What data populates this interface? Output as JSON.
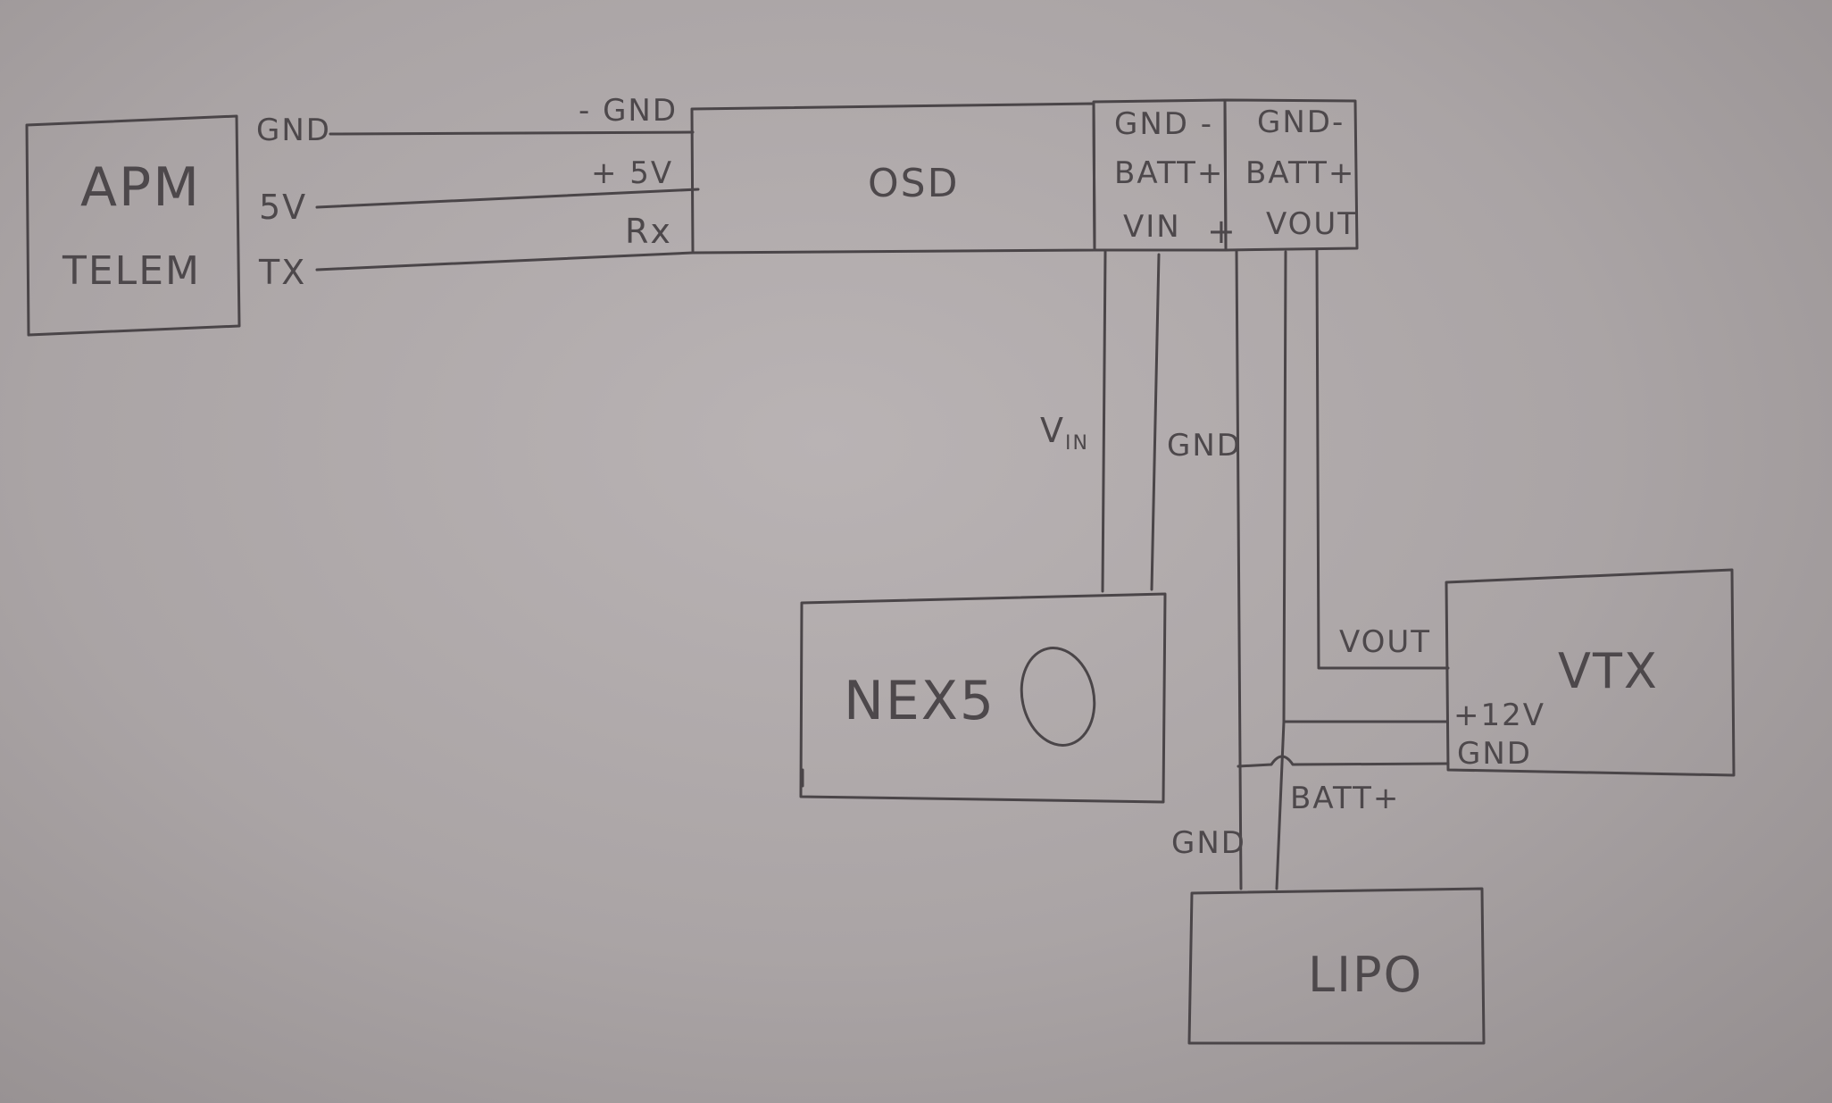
{
  "components": {
    "apm_telem": {
      "line1": "APM",
      "line2": "TELEM"
    },
    "osd": {
      "label": "OSD"
    },
    "nex5": {
      "label": "NEX5"
    },
    "vtx": {
      "label": "VTX"
    },
    "lipo": {
      "label": "LIPO"
    }
  },
  "pins": {
    "apm_gnd": "GND",
    "apm_5v": "5V",
    "apm_tx": "TX",
    "osd_gnd": "- GND",
    "osd_5v": "+ 5V",
    "osd_rx": "Rx",
    "osd_in_gnd": "GND -",
    "osd_in_batt": "BATT+",
    "osd_in_vin": "VIN",
    "osd_out_gnd": "GND-",
    "osd_out_batt": "BATT+",
    "osd_out_vout": "VOUT",
    "vtx_vout": "VOUT",
    "vtx_12v": "+12V",
    "vtx_gnd": "GND"
  },
  "wire_labels": {
    "vin_main": "V",
    "vin_sub": "IN",
    "gnd_nex": "GND",
    "batt": "BATT+",
    "gnd_lipo": "GND"
  },
  "symbols": {
    "plus": "+"
  }
}
